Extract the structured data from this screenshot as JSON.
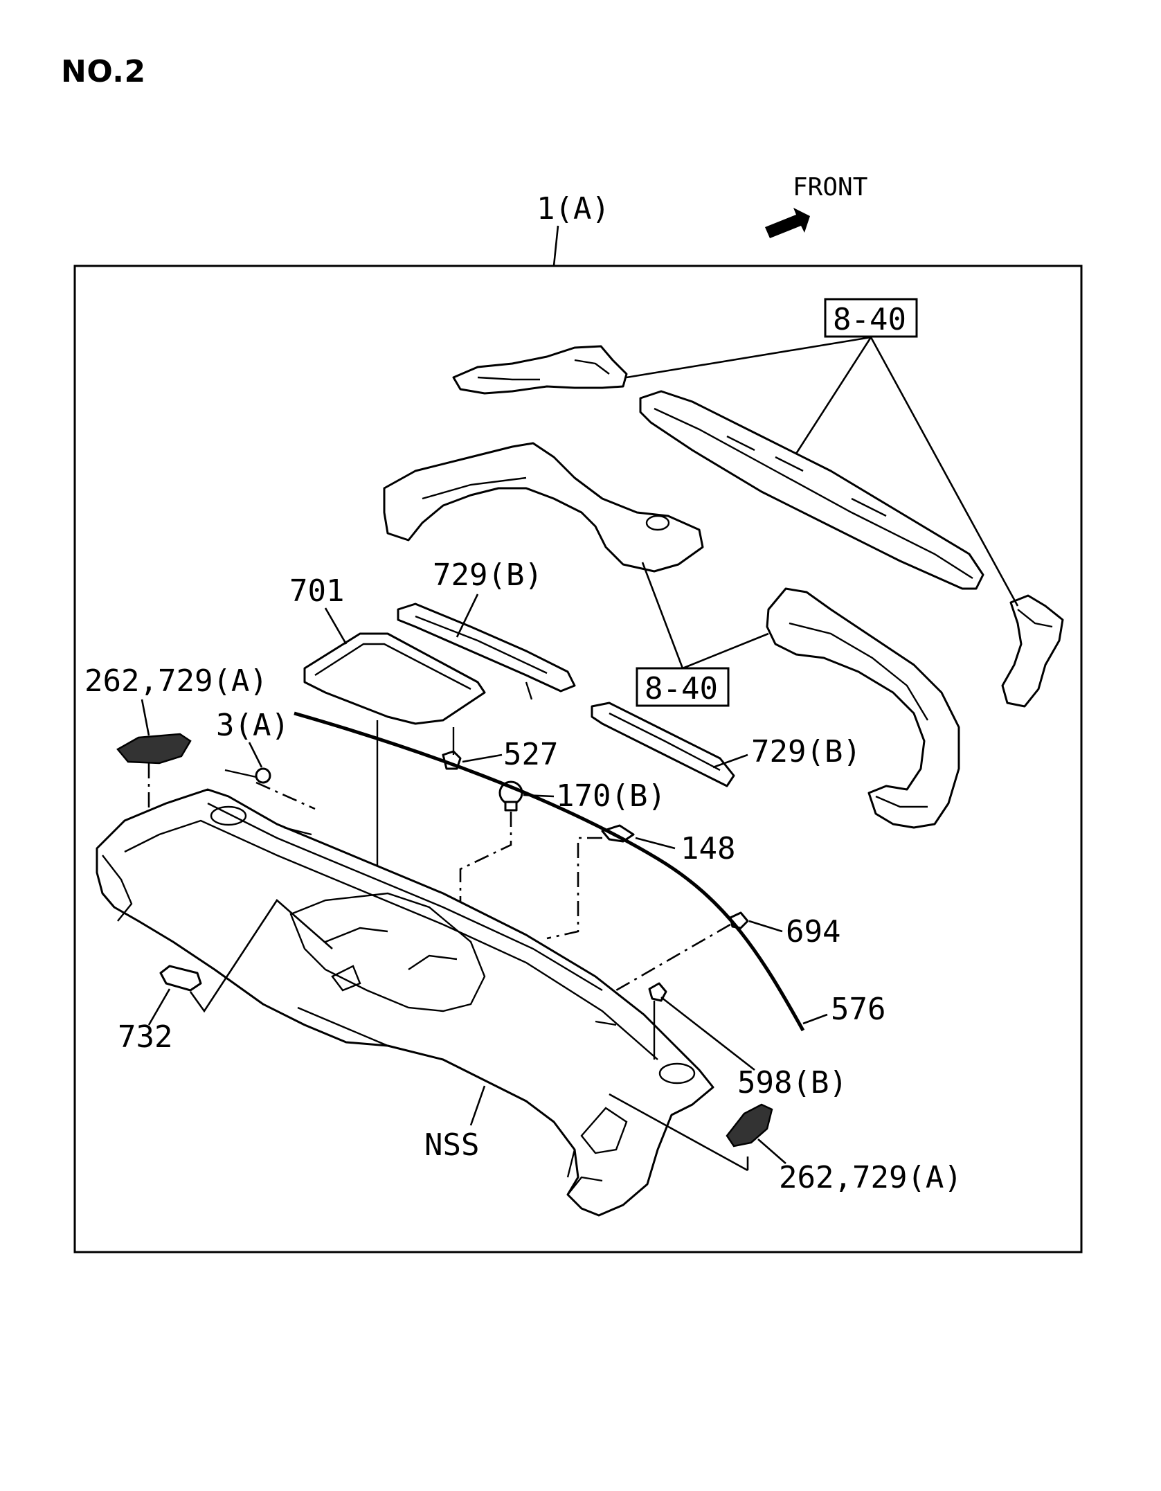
{
  "page_number": "NO.2",
  "front_label": "FRONT",
  "assembly_label": "1(A)",
  "ref_upper": "8-40",
  "ref_lower": "8-40",
  "callouts": {
    "c701": "701",
    "c729b_top": "729(B)",
    "c262_left": "262,729(A)",
    "c3a": "3(A)",
    "c527": "527",
    "c170b": "170(B)",
    "c729b_right": "729(B)",
    "c148": "148",
    "c694": "694",
    "c576": "576",
    "c732": "732",
    "c598b": "598(B)",
    "cnss": "NSS",
    "c262_right": "262,729(A)"
  }
}
